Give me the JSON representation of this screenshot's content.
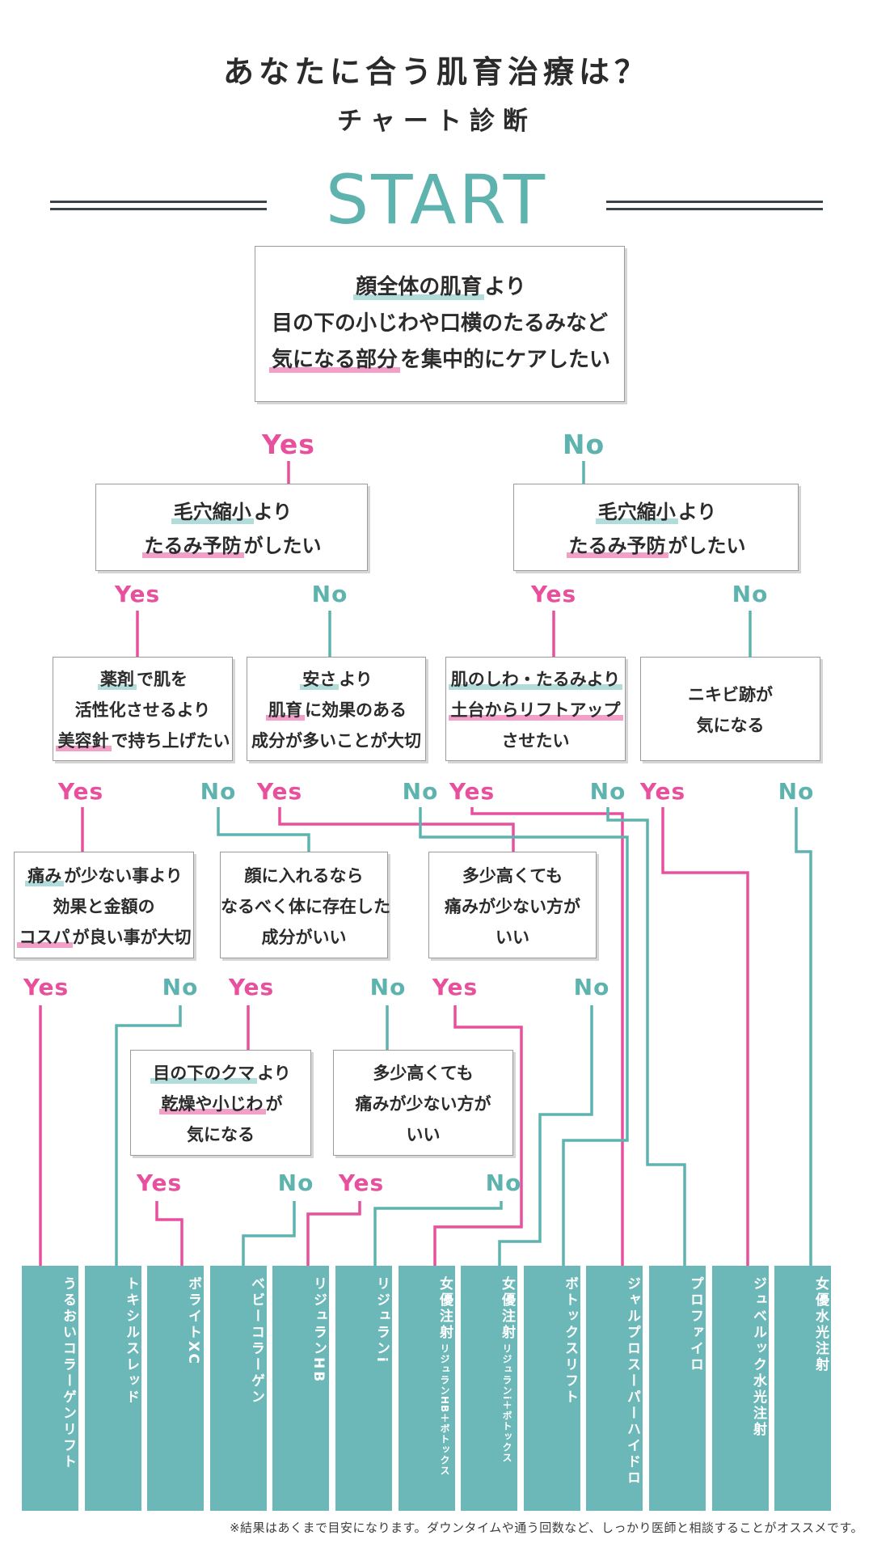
{
  "page": {
    "title_line1": "あなたに合う肌育治療は？",
    "title_line2": "チャート診断",
    "start_label": "START",
    "footer_note": "※結果はあくまで目安になります。ダウンタイムや通う回数など、しっかり医師と相談することがオススメです。"
  },
  "labels": {
    "yes": "Yes",
    "no": "No"
  },
  "colors": {
    "yes_pink": "#e8509d",
    "no_teal": "#5fb3af",
    "bar_teal": "#6cb8b8",
    "highlight_teal": "#b2dcd9",
    "highlight_pink": "#f2a0c8"
  },
  "questions": {
    "start": {
      "l1_hl": "顔全体の肌育",
      "l1_post": "より",
      "l2": "目の下の小じわや口横のたるみなど",
      "l3_hl": "気になる部分",
      "l3_post": "を集中的にケアしたい"
    },
    "pore_l": {
      "l1_hl": "毛穴縮小",
      "l1_post": "より",
      "l2_hl": "たるみ予防",
      "l2_post": "がしたい"
    },
    "pore_r": {
      "l1_hl": "毛穴縮小",
      "l1_post": "より",
      "l2_hl": "たるみ予防",
      "l2_post": "がしたい"
    },
    "needle": {
      "l1_hl": "薬剤",
      "l1_post": "で肌を",
      "l2": "活性化させるより",
      "l3_hl": "美容針",
      "l3_post": "で持ち上げたい"
    },
    "ingredients": {
      "l1_hl": "安さ",
      "l1_post": "より",
      "l2_hl": "肌育",
      "l2_post": "に効果のある",
      "l3": "成分が多いことが大切"
    },
    "liftup": {
      "l1_hl": "肌のしわ・たるみより",
      "l2_hl": "土台からリフトアップ",
      "l3": "させたい"
    },
    "acne": {
      "l1": "ニキビ跡が",
      "l2": "気になる"
    },
    "cospa": {
      "l1_hl": "痛み",
      "l1_post": "が少ない事より",
      "l2": "効果と金額の",
      "l3_hl": "コスパ",
      "l3_post": "が良い事が大切"
    },
    "natural": {
      "l1": "顔に入れるなら",
      "l2": "なるべく体に存在した",
      "l3": "成分がいい"
    },
    "lesspain_a": {
      "l1": "多少高くても",
      "l2": "痛みが少ない方が",
      "l3": "いい"
    },
    "dryness": {
      "l1_hl": "目の下のクマ",
      "l1_post": "より",
      "l2_hl": "乾燥や小じわ",
      "l2_post": "が",
      "l3": "気になる"
    },
    "lesspain_b": {
      "l1": "多少高くても",
      "l2": "痛みが少ない方が",
      "l3": "いい"
    }
  },
  "treatments": [
    {
      "name": "うるおいコラーゲンリフト"
    },
    {
      "name": "トキシルスレッド"
    },
    {
      "name": "ボライトXC"
    },
    {
      "name": "ベビーコラーゲン"
    },
    {
      "name": "リジュランHB"
    },
    {
      "name": "リジュランi"
    },
    {
      "name": "女優注射",
      "sub": "リジュランHB＋ボトックス"
    },
    {
      "name": "女優注射",
      "sub": "リジュランi＋ボトックス"
    },
    {
      "name": "ボトックスリフト"
    },
    {
      "name": "ジャルプロスーパーハイドロ"
    },
    {
      "name": "プロファイロ"
    },
    {
      "name": "ジュベルック水光注射"
    },
    {
      "name": "女優水光注射"
    }
  ]
}
